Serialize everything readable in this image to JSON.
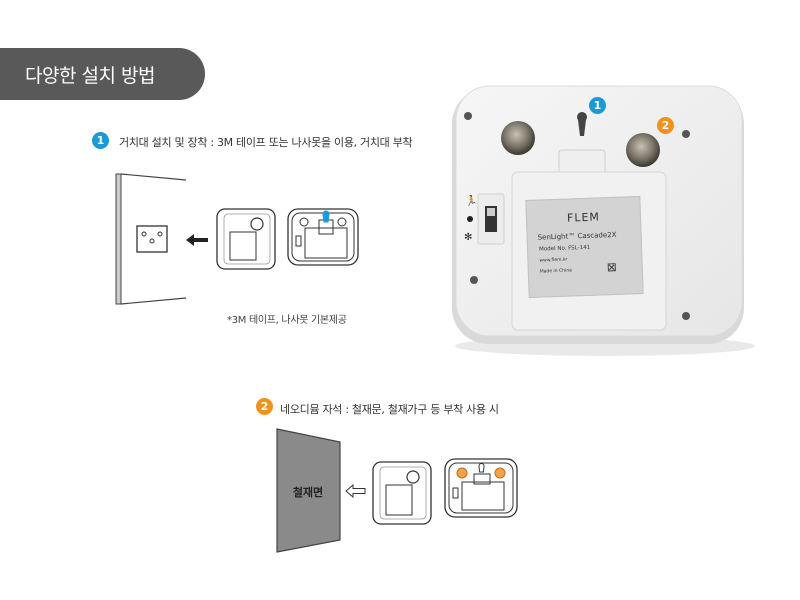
{
  "header": {
    "title": "다양한 설치 방법"
  },
  "step1": {
    "badge": "1",
    "caption": "거치대 설치 및 장착 : 3M 테이프 또는 나사못을 이용, 거치대 부착",
    "note": "*3M 테이프, 나사못 기본제공"
  },
  "step2": {
    "badge": "2",
    "caption": "네오디뮴 자석 : 철재문, 철재가구 등 부착 사용 시",
    "wall_label": "철재면"
  },
  "product": {
    "badge1": "1",
    "badge2": "2",
    "label_brand": "FLEM",
    "label_product": "SenLight™ Cascade2X",
    "label_model": "Model No. FSL-141",
    "label_url": "www.flem.kr",
    "label_made": "Made in China",
    "bin_symbol": "⊠",
    "switch_icons": [
      "person-icon",
      "dot-icon",
      "sun-icon"
    ]
  },
  "colors": {
    "header_bg": "#595959",
    "badge_blue": "#1a9ad6",
    "badge_orange": "#f0921e",
    "magnet_orange": "#f5a04a",
    "wall_gray": "#8a8a8a"
  }
}
